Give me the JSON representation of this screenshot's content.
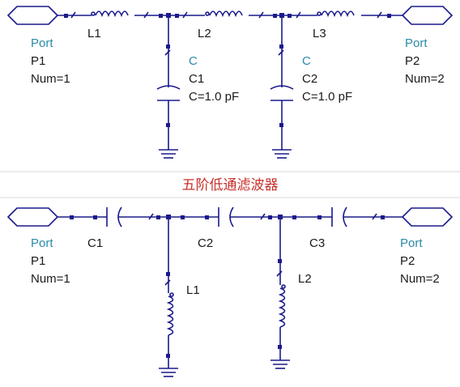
{
  "title": "五阶低通滤波器",
  "colors": {
    "wire": "#1a1a8c",
    "port_type": "#2a8aa8",
    "text": "#1a1a1a",
    "title": "#c8302a"
  },
  "top": {
    "port1": {
      "type": "Port",
      "name": "P1",
      "num": "Num=1"
    },
    "port2": {
      "type": "Port",
      "name": "P2",
      "num": "Num=2"
    },
    "inductors": [
      "L1",
      "L2",
      "L3"
    ],
    "cap1": {
      "type": "C",
      "name": "C1",
      "value": "C=1.0 pF"
    },
    "cap2": {
      "type": "C",
      "name": "C2",
      "value": "C=1.0 pF"
    }
  },
  "bottom": {
    "port1": {
      "type": "Port",
      "name": "P1",
      "num": "Num=1"
    },
    "port2": {
      "type": "Port",
      "name": "P2",
      "num": "Num=2"
    },
    "capacitors": [
      "C1",
      "C2",
      "C3"
    ],
    "inductors": [
      "L1",
      "L2"
    ]
  }
}
